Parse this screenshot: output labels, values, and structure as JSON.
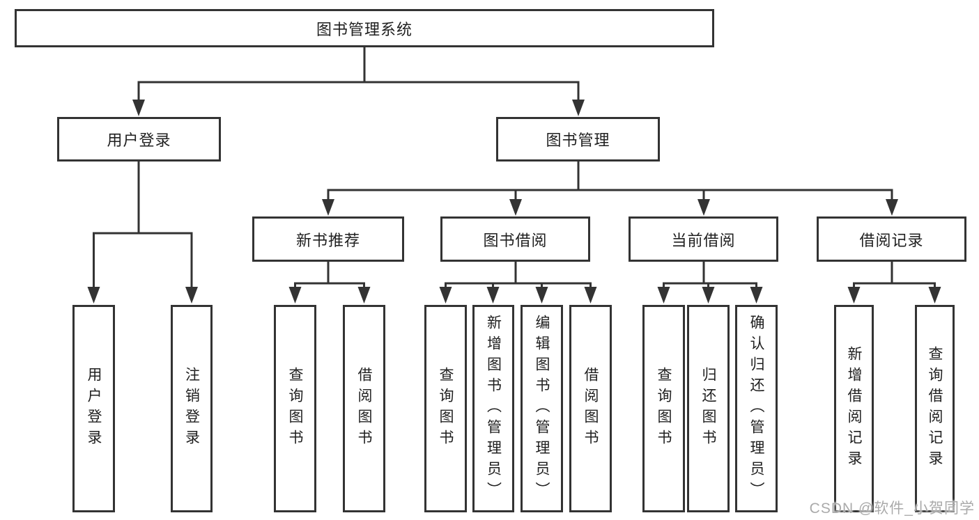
{
  "diagram": {
    "title": "图书管理系统",
    "nodes": {
      "root": {
        "label": "图书管理系统"
      },
      "user_login": {
        "label": "用户登录",
        "children": [
          {
            "label": "用户登录"
          },
          {
            "label": "注销登录"
          }
        ]
      },
      "book_mgmt": {
        "label": "图书管理",
        "sections": [
          {
            "label": "新书推荐",
            "children": [
              {
                "label": "查询图书"
              },
              {
                "label": "借阅图书"
              }
            ]
          },
          {
            "label": "图书借阅",
            "children": [
              {
                "label": "查询图书"
              },
              {
                "label": "新增图书（管理员）"
              },
              {
                "label": "编辑图书（管理员）"
              },
              {
                "label": "借阅图书"
              }
            ]
          },
          {
            "label": "当前借阅",
            "children": [
              {
                "label": "查询图书"
              },
              {
                "label": "归还图书"
              },
              {
                "label": "确认归还（管理员）"
              }
            ]
          },
          {
            "label": "借阅记录",
            "children": [
              {
                "label": "新增借阅记录"
              },
              {
                "label": "查询借阅记录"
              }
            ]
          }
        ]
      }
    }
  },
  "watermark": {
    "text": "CSDN @软件_小贺同学"
  },
  "colors": {
    "line": "#333333",
    "text": "#1f1f1f",
    "watermark": "#aaaaaa",
    "background": "#ffffff"
  }
}
